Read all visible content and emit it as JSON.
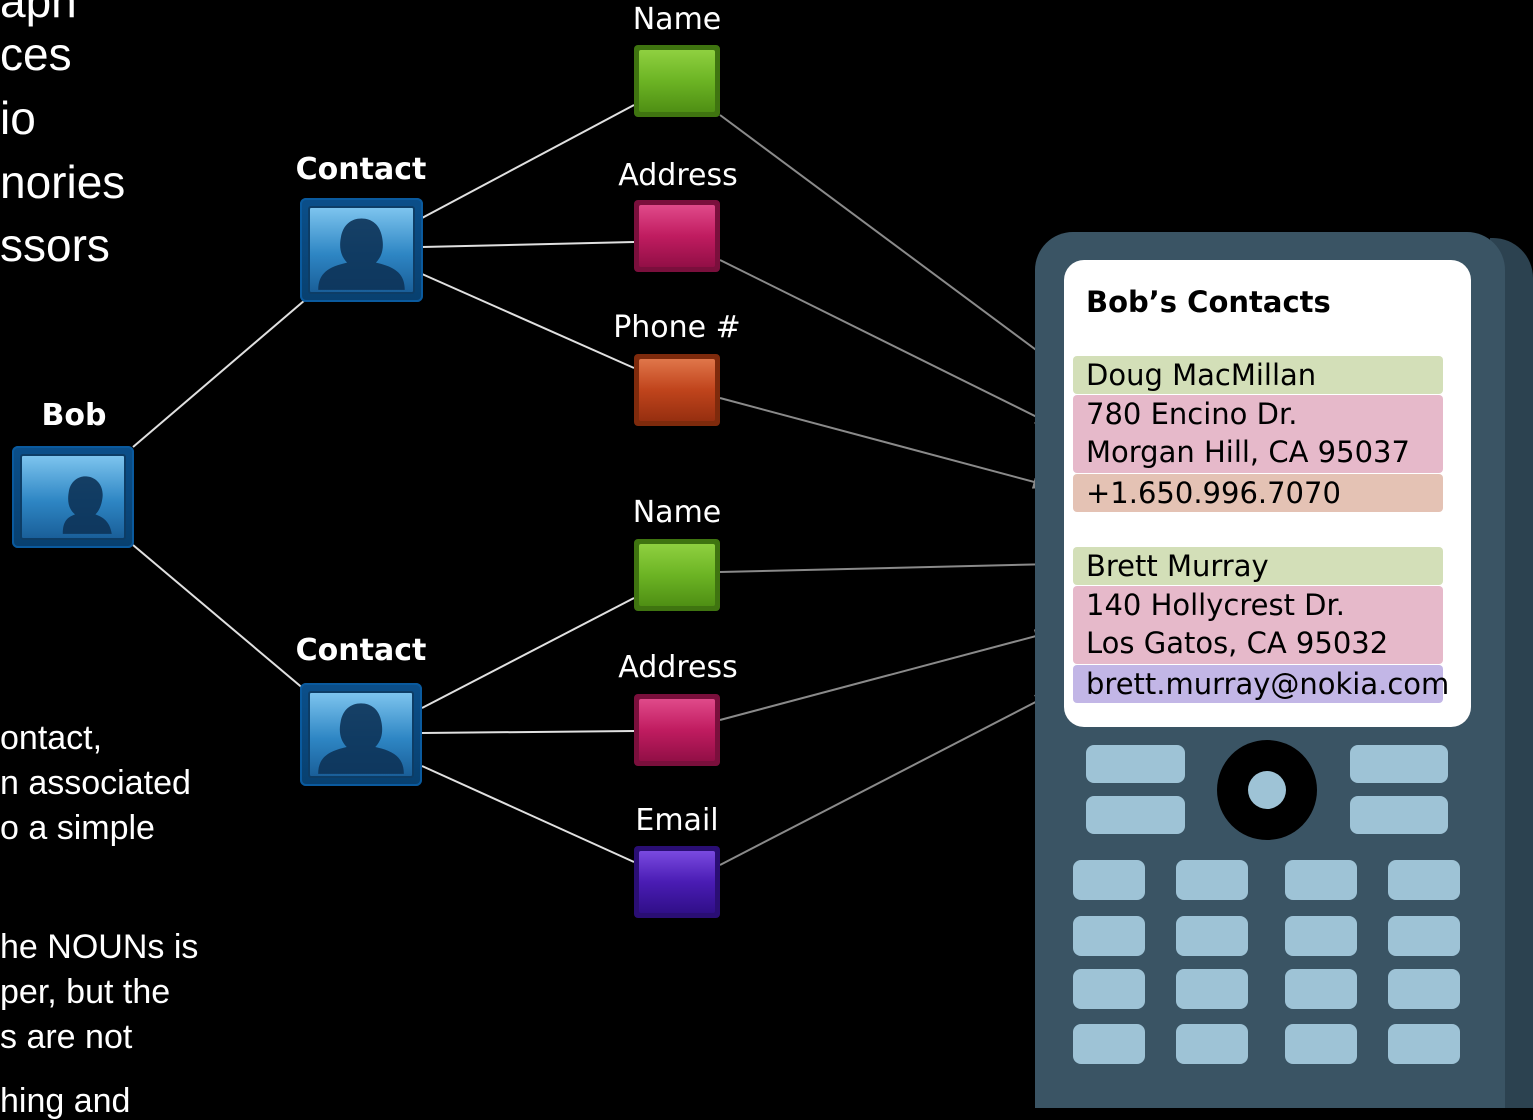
{
  "left_text": {
    "big_lines": [
      "aph",
      "ces",
      "io",
      "nories",
      "ssors"
    ],
    "caption1": [
      "ontact,",
      "n associated",
      "o a simple"
    ],
    "caption2": [
      "he NOUNs is",
      "per, but the",
      "s are not",
      "hing and"
    ]
  },
  "nodes": {
    "bob": "Bob",
    "contact_top": "Contact",
    "contact_bottom": "Contact",
    "name_top": "Name",
    "address_top": "Address",
    "phone_top": "Phone #",
    "name_bottom": "Name",
    "address_bottom": "Address",
    "email_bottom": "Email"
  },
  "phone": {
    "title": "Bob’s Contacts",
    "contact1": {
      "name": "Doug MacMillan",
      "address_line1": "780 Encino Dr.",
      "address_line2": "Morgan Hill, CA 95037",
      "phone": "+1.650.996.7070"
    },
    "contact2": {
      "name": "Brett Murray",
      "address_line1": "140 Hollycrest Dr.",
      "address_line2": "Los Gatos, CA 95032",
      "email": "brett.murray@nokia.com"
    }
  },
  "colors": {
    "name_field": "#5ea21a",
    "address_field": "#b0185a",
    "phone_field": "#b4401a",
    "email_field": "#4a1aa8",
    "name_row": "#d3dfb8",
    "address_row": "#e6b9ca",
    "phone_row": "#e4c2b4",
    "email_row": "#c2b6e6"
  }
}
